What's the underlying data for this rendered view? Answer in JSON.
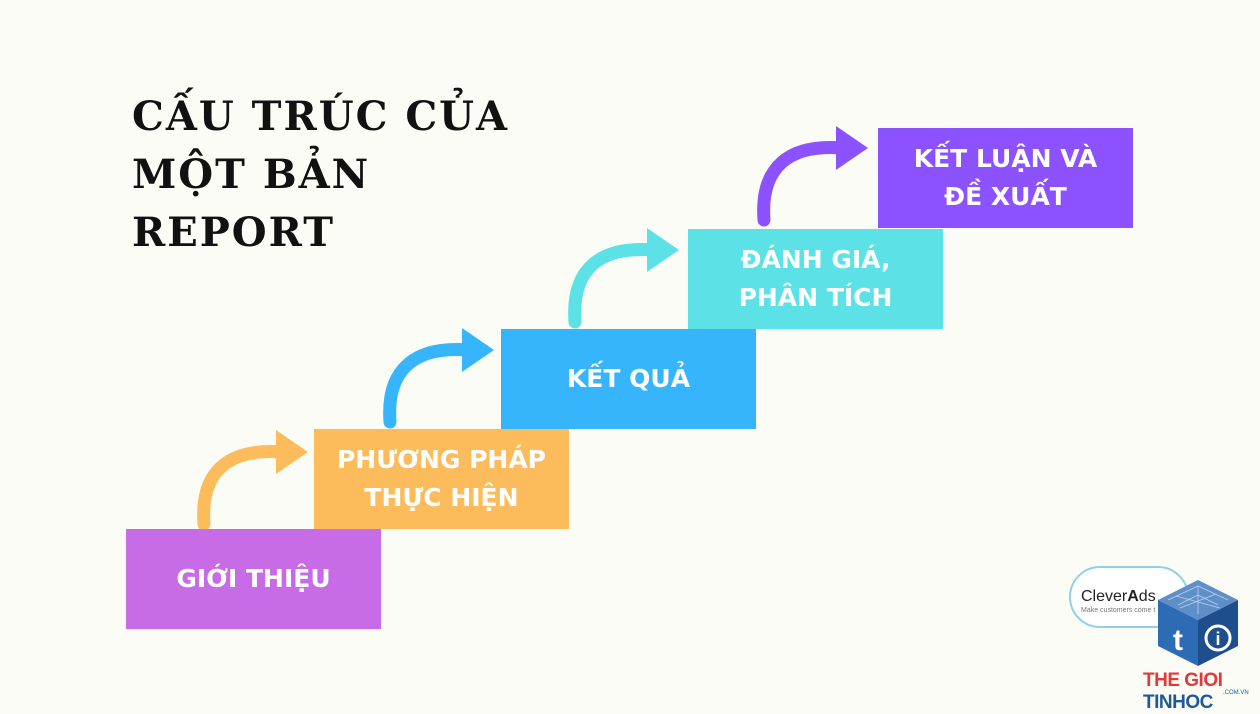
{
  "title": {
    "lines": [
      "CẤU TRÚC CỦA",
      "MỘT BẢN",
      "REPORT"
    ]
  },
  "steps": [
    {
      "label": "GIỚI THIỆU",
      "color": "#c76be6"
    },
    {
      "label": "PHƯƠNG PHÁP\nTHỰC HIỆN",
      "color": "#fdbc5c"
    },
    {
      "label": "KẾT QUẢ",
      "color": "#37b5fc"
    },
    {
      "label": "ĐÁNH GIÁ,\nPHÂN TÍCH",
      "color": "#5ce1e6"
    },
    {
      "label": "KẾT LUẬN VÀ\nĐỀ XUẤT",
      "color": "#8c52ff"
    }
  ],
  "arrows": [
    {
      "color": "#fdbc5c",
      "icon": "curved-arrow-icon"
    },
    {
      "color": "#37b5fc",
      "icon": "curved-arrow-icon"
    },
    {
      "color": "#5ce1e6",
      "icon": "curved-arrow-icon"
    },
    {
      "color": "#8c52ff",
      "icon": "curved-arrow-icon"
    }
  ],
  "watermark": {
    "clever_a": "Clever",
    "clever_b": "A",
    "clever_c": "ds",
    "clever_tagline": "Make customers come t",
    "brand_red": "THE GIOI ",
    "brand_blue": "TINHOC",
    "brand_domain": ".COM.VN"
  }
}
